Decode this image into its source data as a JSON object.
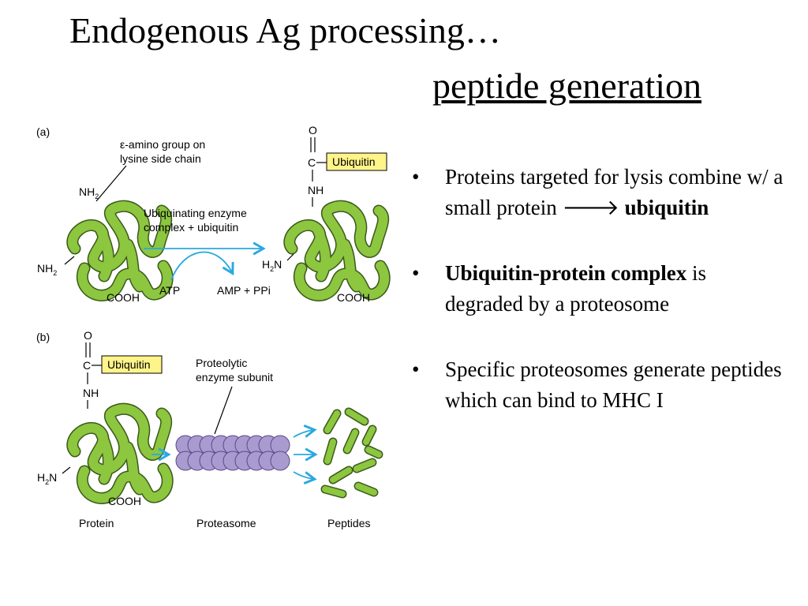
{
  "slide": {
    "title_line1": "Endogenous Ag processing…",
    "title_line2": "peptide generation"
  },
  "figure": {
    "panel_a": {
      "label": "(a)",
      "annotation_line1": "ε-amino group on",
      "annotation_line2": "lysine side chain",
      "nh2_side": "NH",
      "nh2_terminal": "NH",
      "cooh": "COOH",
      "enzyme_line1": "Ubiquinating enzyme",
      "enzyme_line2": "complex + ubiquitin",
      "atp": "ATP",
      "amp": "AMP + PPi",
      "carbonyl_o": "O",
      "carbonyl_c": "C",
      "amide_nh": "NH",
      "ubiquitin_tag": "Ubiquitin",
      "h2n_terminal": "N",
      "cooh_product": "COOH"
    },
    "panel_b": {
      "label": "(b)",
      "carbonyl_o": "O",
      "carbonyl_c": "C",
      "amide_nh": "NH",
      "ubiquitin_tag": "Ubiquitin",
      "h2n_terminal": "N",
      "cooh": "COOH",
      "subunit_line1": "Proteolytic",
      "subunit_line2": "enzyme subunit",
      "caption_protein": "Protein",
      "caption_proteasome": "Proteasome",
      "caption_peptides": "Peptides"
    },
    "colors": {
      "protein_green": "#8dc63f",
      "outline": "#3a5a1a",
      "arrow_blue": "#29a8e0",
      "ubiquitin_box": "#fff48a",
      "proteasome_purple": "#a99bd0"
    }
  },
  "bullets": [
    {
      "pre": "Proteins targeted for lysis combine w/ a small protein ",
      "arrow": "🡒",
      "bold": "ubiquitin",
      "post": ""
    },
    {
      "pre": "",
      "bold": "Ubiquitin-protein complex",
      "post": " is degraded by a proteosome"
    },
    {
      "pre": "Specific proteosomes generate peptides which can bind to MHC I",
      "bold": "",
      "post": ""
    }
  ]
}
